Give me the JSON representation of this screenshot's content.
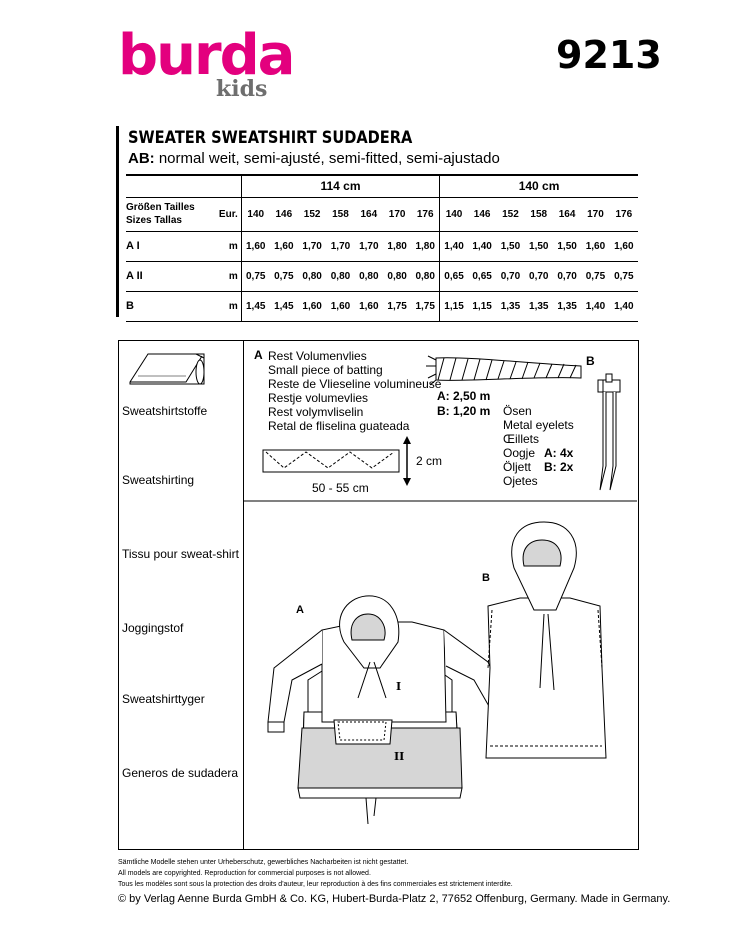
{
  "header": {
    "logo": "burda",
    "logo_sub": "kids",
    "pattern_number": "9213"
  },
  "title": {
    "main": "SWEATER  SWEATSHIRT  SUDADERA",
    "fit_prefix": "AB:",
    "fit": " normal weit, semi-ajusté, semi-fitted, semi-ajustado"
  },
  "table": {
    "group_1": "114 cm",
    "group_2": "140 cm",
    "size_label_1": "Größen  Tailles",
    "size_label_2": "Sizes  Tallas",
    "eur": "Eur.",
    "sizes": [
      "140",
      "146",
      "152",
      "158",
      "164",
      "170",
      "176",
      "140",
      "146",
      "152",
      "158",
      "164",
      "170",
      "176"
    ],
    "rows": [
      {
        "label": "A I",
        "unit": "m",
        "values": [
          "1,60",
          "1,60",
          "1,70",
          "1,70",
          "1,70",
          "1,80",
          "1,80",
          "1,40",
          "1,40",
          "1,50",
          "1,50",
          "1,50",
          "1,60",
          "1,60"
        ]
      },
      {
        "label": "A II",
        "unit": "m",
        "values": [
          "0,75",
          "0,75",
          "0,80",
          "0,80",
          "0,80",
          "0,80",
          "0,80",
          "0,65",
          "0,65",
          "0,70",
          "0,70",
          "0,70",
          "0,75",
          "0,75"
        ]
      },
      {
        "label": "B",
        "unit": "m",
        "values": [
          "1,45",
          "1,45",
          "1,60",
          "1,60",
          "1,60",
          "1,75",
          "1,75",
          "1,15",
          "1,15",
          "1,35",
          "1,35",
          "1,35",
          "1,40",
          "1,40"
        ]
      }
    ]
  },
  "fabrics": [
    "Sweatshirtstoffe",
    "Sweatshirting",
    "Tissu pour sweat-shirt",
    "Joggingstof",
    "Sweatshirttyger",
    "Generos de sudadera"
  ],
  "notions": {
    "label_a": "A",
    "batting_lines": [
      "Rest Volumenvlies",
      "Small piece of batting",
      "Reste de Vlieseline volumineuse",
      "Restje volumevlies",
      "Rest volymvliselin",
      "Retal de fliselina guateada"
    ],
    "height": "2 cm",
    "width": "50 - 55 cm",
    "cord_a": "A: 2,50 m",
    "cord_b": "B: 1,20 m",
    "eyelet_lines": [
      "Ösen",
      "Metal eyelets",
      "Œillets",
      "Oogje",
      "Öljett",
      "Ojetes"
    ],
    "eyelet_a": "A: 4x",
    "eyelet_b": "B: 2x",
    "label_b": "B"
  },
  "views": {
    "a": "A",
    "b": "B",
    "part_1": "I",
    "part_2": "II"
  },
  "colors": {
    "logo": "#e3007e",
    "logo_sub": "#6e6e6e",
    "shade": "#d6d6d6"
  },
  "footer": {
    "line1": "Sämtliche Modelle stehen unter Urheberschutz, gewerbliches Nacharbeiten ist nicht gestattet.",
    "line2": "All models are copyrighted. Reproduction for commercial purposes is not allowed.",
    "line3": "Tous les modèles sont sous la protection des droits d'auteur, leur reproduction à des fins commerciales est strictement interdite.",
    "copyright": "© by Verlag Aenne Burda GmbH & Co. KG, Hubert-Burda-Platz 2, 77652 Offenburg, Germany. Made in Germany."
  }
}
